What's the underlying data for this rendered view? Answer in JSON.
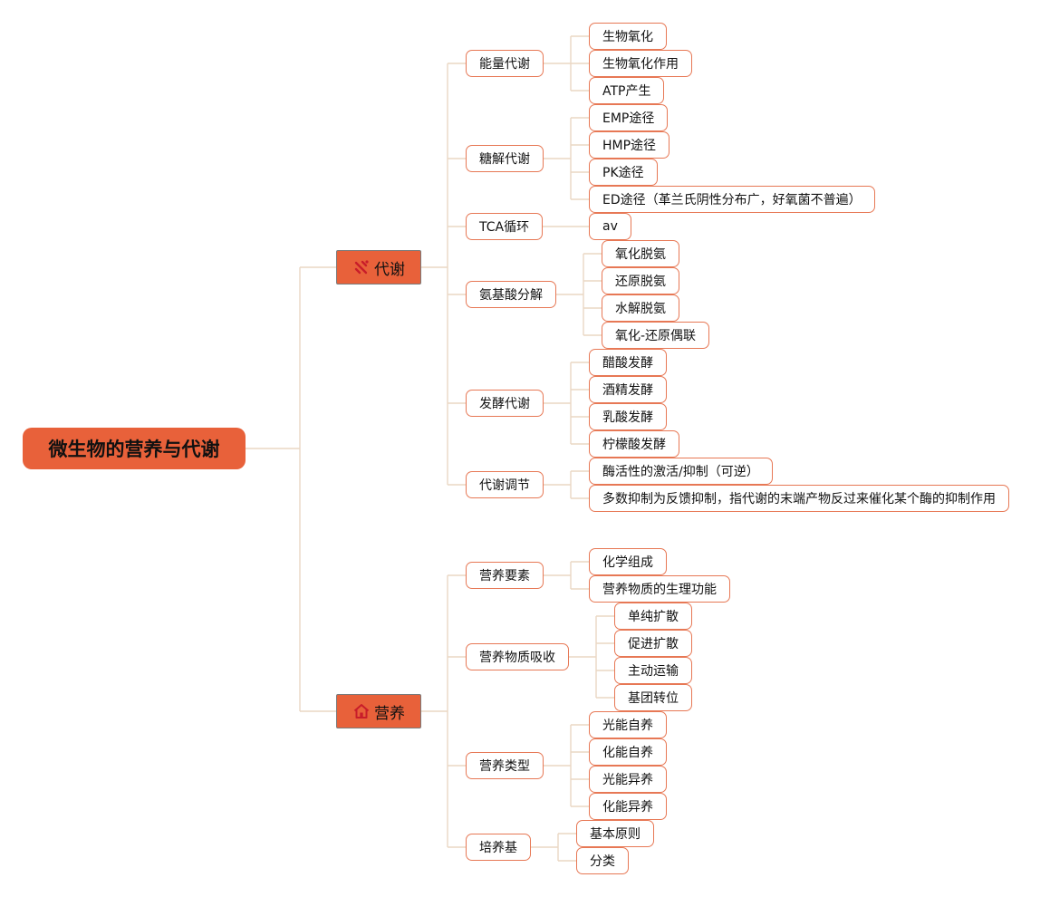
{
  "colors": {
    "accent": "#e8613a",
    "node_border": "#e77855",
    "line": "#ead7c4"
  },
  "root": "微生物的营养与代谢",
  "branches": [
    {
      "label": "代谢",
      "icon": "sparkle-icon",
      "children": [
        {
          "label": "能量代谢",
          "children": [
            "生物氧化",
            "生物氧化作用",
            "ATP产生"
          ]
        },
        {
          "label": "糖解代谢",
          "children": [
            "EMP途径",
            "HMP途径",
            "PK途径",
            "ED途径（革兰氏阴性分布广，好氧菌不普遍）"
          ]
        },
        {
          "label": "TCA循环",
          "children": [
            "av"
          ]
        },
        {
          "label": "氨基酸分解",
          "children": [
            "氧化脱氨",
            "还原脱氨",
            "水解脱氨",
            "氧化-还原偶联"
          ]
        },
        {
          "label": "发酵代谢",
          "children": [
            "醋酸发酵",
            "酒精发酵",
            "乳酸发酵",
            "柠檬酸发酵"
          ]
        },
        {
          "label": "代谢调节",
          "children": [
            "酶活性的激活/抑制（可逆）",
            "多数抑制为反馈抑制，指代谢的末端产物反过来催化某个酶的抑制作用"
          ]
        }
      ]
    },
    {
      "label": "营养",
      "icon": "home-icon",
      "children": [
        {
          "label": "营养要素",
          "children": [
            "化学组成",
            "营养物质的生理功能"
          ]
        },
        {
          "label": "营养物质吸收",
          "children": [
            "单纯扩散",
            "促进扩散",
            "主动运输",
            "基团转位"
          ]
        },
        {
          "label": "营养类型",
          "children": [
            "光能自养",
            "化能自养",
            "光能异养",
            "化能异养"
          ]
        },
        {
          "label": "培养基",
          "children": [
            "基本原则",
            "分类"
          ]
        }
      ]
    }
  ]
}
